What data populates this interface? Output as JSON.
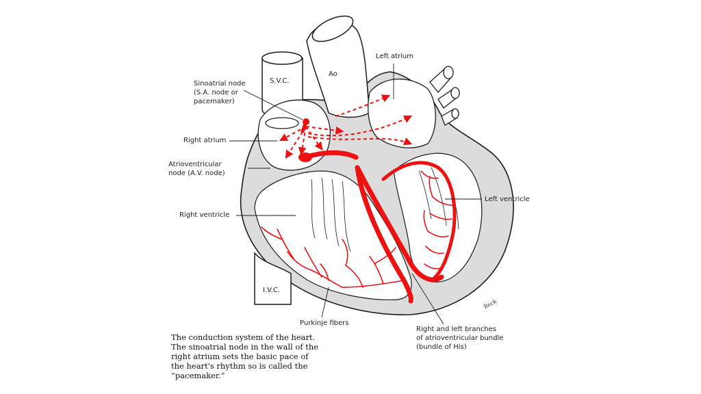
{
  "labels": {
    "svc": "S.V.C.",
    "ao": "Ao",
    "ivc": "I.V.C.",
    "left_atrium": "Left atrium",
    "sa_node": [
      "Sinoatrial node",
      "(S.A. node or",
      "pacemaker)"
    ],
    "right_atrium": "Right atrium",
    "av_node": [
      "Atrioventricular",
      "node (A.V. node)"
    ],
    "left_ventricle": "Left ventricle",
    "right_ventricle": "Right  ventricle",
    "purkinje": "Purkinje fibers",
    "bundle": [
      "Right and left branches",
      "of atrioventricular bundle",
      "(bundle of His)"
    ]
  },
  "caption": [
    "The conduction system of the heart.",
    "The sinoatrial node in the wall of the",
    "right atrium sets the basic pace of",
    "the heart's rhythm so is called the",
    "“pacemaker.”"
  ],
  "signature": "Beck",
  "colors": {
    "conduction": "#ee1111",
    "outline": "#1a1a1a",
    "wall_shade": "#dcdcdc",
    "background": "#ffffff"
  }
}
